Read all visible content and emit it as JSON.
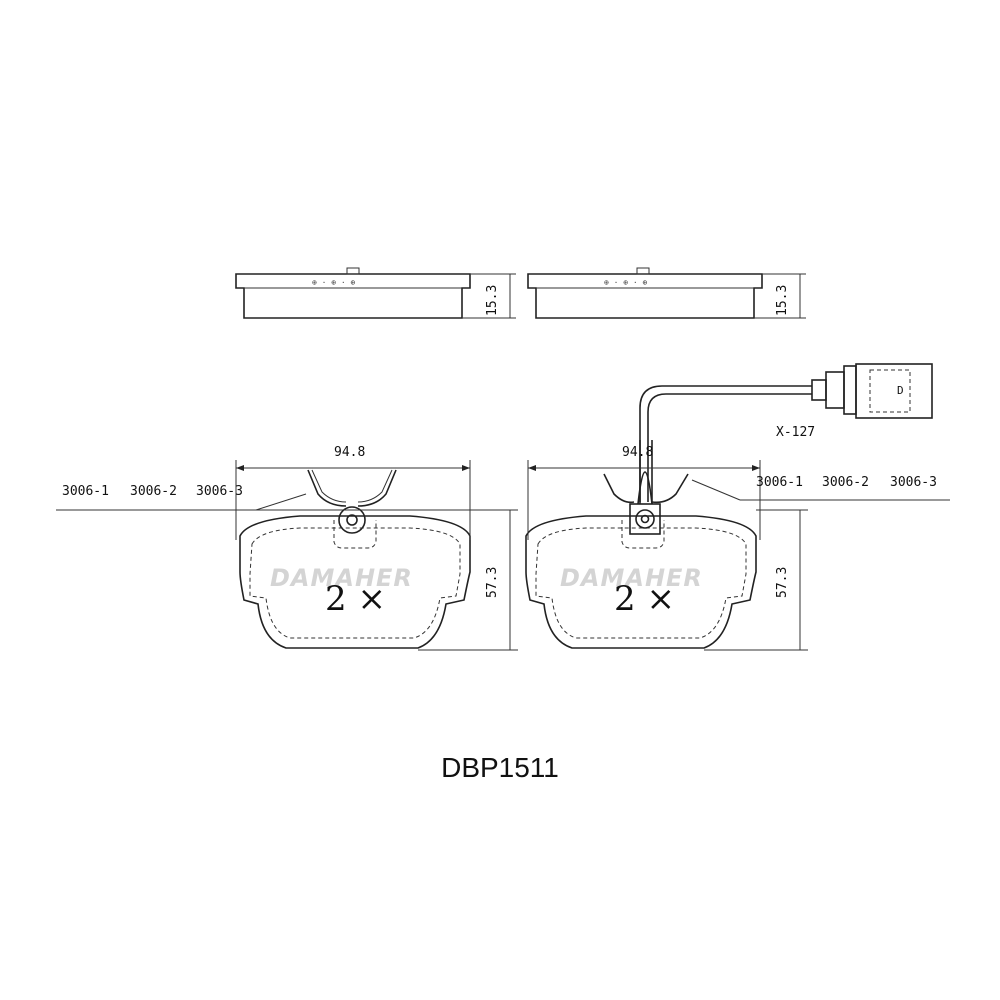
{
  "part_number": "DBP1511",
  "brand_watermark": "DAMAHER",
  "quantity_label": "2 ×",
  "sensor_code": "X-127",
  "dimensions": {
    "width": "94.8",
    "height": "57.3",
    "thickness": "15.3"
  },
  "shim_codes": [
    "3006-1",
    "3006-2",
    "3006-3"
  ],
  "sensor_connector_mark": "D",
  "colors": {
    "line": "#222222",
    "watermark": "#d4d4d4"
  }
}
